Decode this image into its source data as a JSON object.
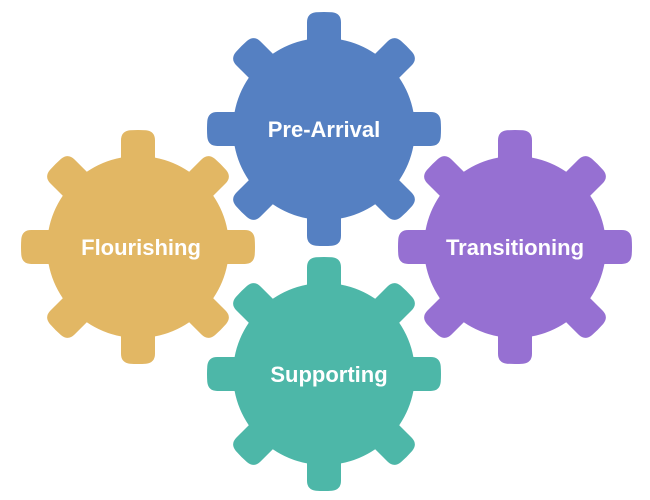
{
  "diagram": {
    "gears": [
      {
        "id": "pre-arrival",
        "label": "Pre-Arrival",
        "color": "#5580C2"
      },
      {
        "id": "flourishing",
        "label": "Flourishing",
        "color": "#E2B764"
      },
      {
        "id": "transitioning",
        "label": "Transitioning",
        "color": "#9670D2"
      },
      {
        "id": "supporting",
        "label": "Supporting",
        "color": "#4DB7A8"
      }
    ]
  }
}
